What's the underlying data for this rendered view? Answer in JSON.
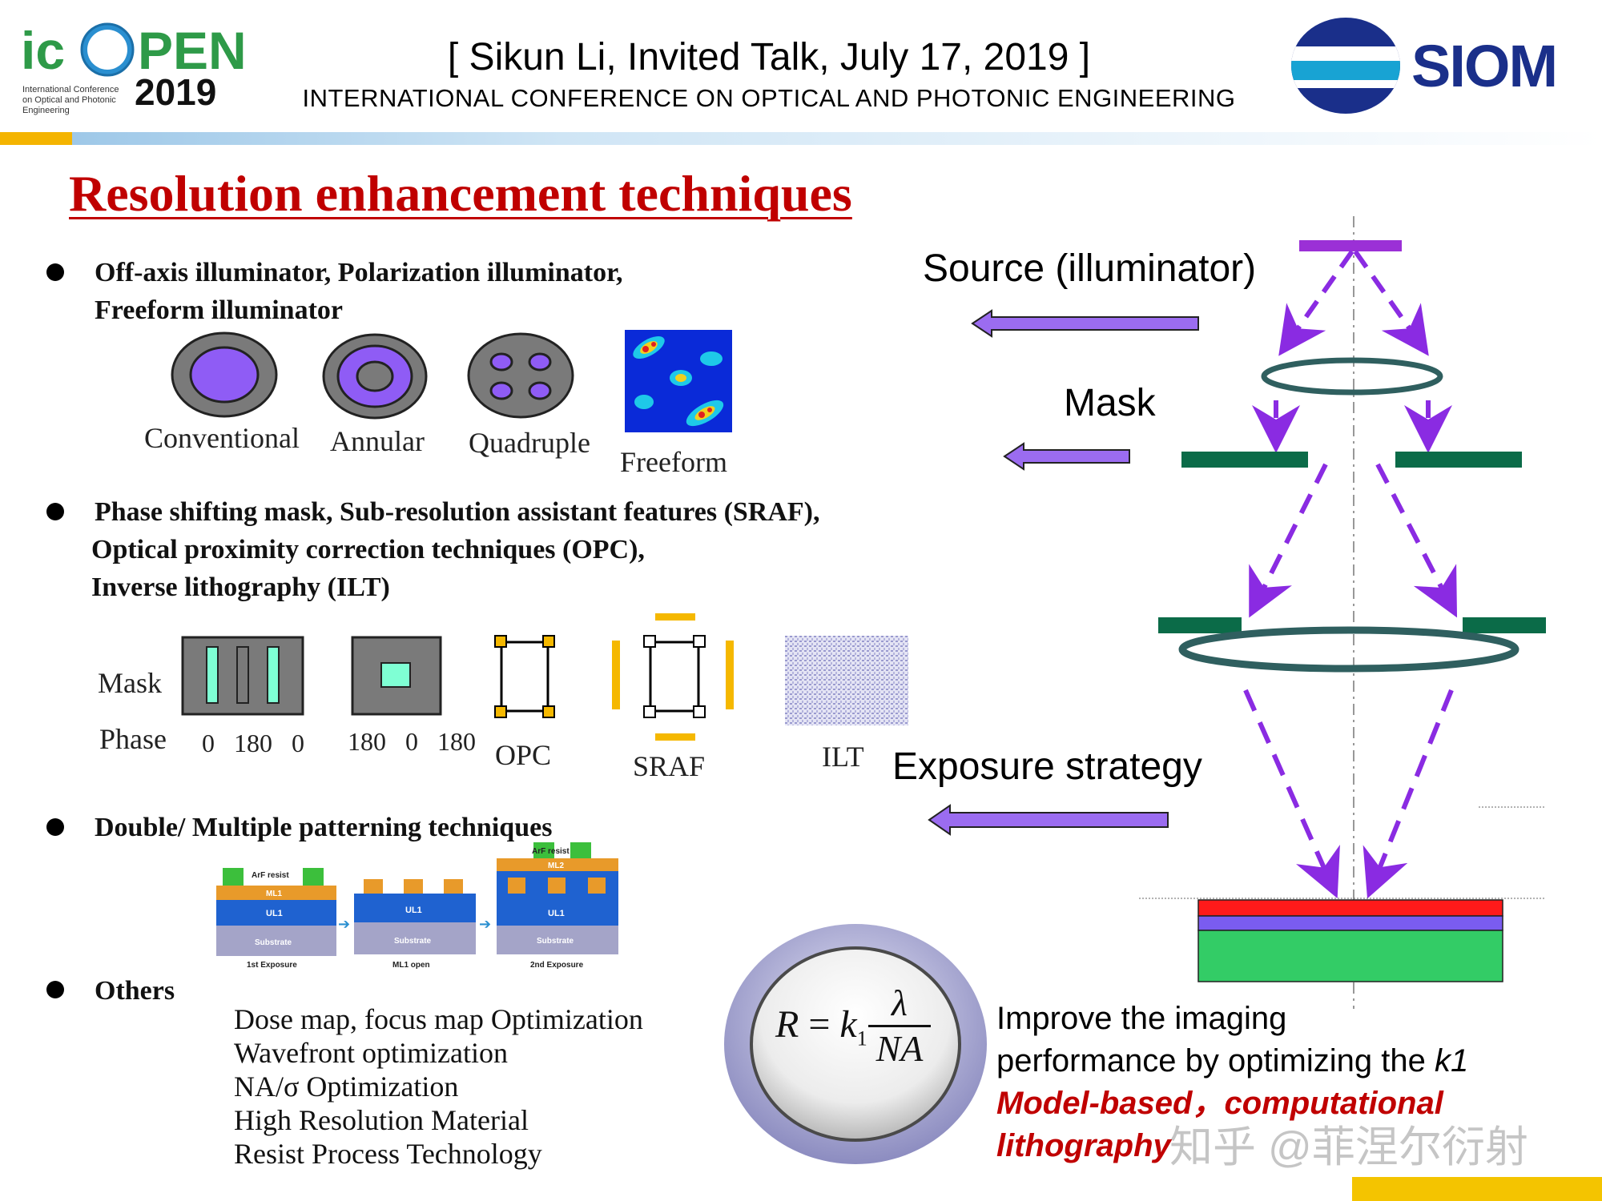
{
  "header": {
    "logo_left_top": "icOPEN",
    "logo_left_year": "2019",
    "logo_left_sub": [
      "International Conference",
      "on Optical and Photonic",
      "Engineering"
    ],
    "talk": "[ Sikun Li, Invited Talk, July 17, 2019 ]",
    "conference": "INTERNATIONAL CONFERENCE ON OPTICAL AND PHOTONIC ENGINEERING",
    "logo_right": "SIOM"
  },
  "title": "Resolution enhancement techniques",
  "bullets": {
    "b1": [
      "Off-axis illuminator, Polarization illuminator,",
      "Freeform illuminator"
    ],
    "b2": [
      "Phase shifting mask, Sub-resolution assistant features (SRAF),",
      "Optical proximity correction techniques (OPC),",
      "Inverse lithography (ILT)"
    ],
    "b3": "Double/ Multiple patterning techniques",
    "b4": "Others"
  },
  "illuminators": [
    "Conventional",
    "Annular",
    "Quadruple",
    "Freeform"
  ],
  "masks": {
    "row_mask": "Mask",
    "row_phase": "Phase",
    "phase1": "0   180   0",
    "phase2": "180   0   180",
    "labels": [
      "OPC",
      "SRAF",
      "ILT"
    ]
  },
  "patterning": {
    "resist": "ArF resist",
    "ml1": "ML1",
    "ml2": "ML2",
    "ul1": "UL1",
    "substrate": "Substrate",
    "captions": [
      "1st Exposure",
      "ML1 open",
      "2nd Exposure"
    ]
  },
  "others": [
    "Dose map, focus map Optimization",
    "Wavefront optimization",
    "NA/σ  Optimization",
    "High Resolution Material",
    "Resist Process Technology"
  ],
  "formula": {
    "R": "R",
    "eq": "=",
    "k": "k",
    "sub": "1",
    "num": "λ",
    "den": "NA"
  },
  "diagram": {
    "source": "Source (illuminator)",
    "mask": "Mask",
    "exposure": "Exposure strategy"
  },
  "improve": {
    "line1": "Improve the imaging",
    "line2_a": "performance by optimizing the ",
    "line2_b": "k1",
    "line3": "Model-based，computational",
    "line4": "lithography"
  },
  "watermark": "知乎 @菲涅尔衍射",
  "colors": {
    "title_red": "#c00000",
    "arrow_purple": "#8a2be2",
    "mask_green": "#0b6b48",
    "lens": "#2f5f5f",
    "highlight_red": "#c00000"
  }
}
